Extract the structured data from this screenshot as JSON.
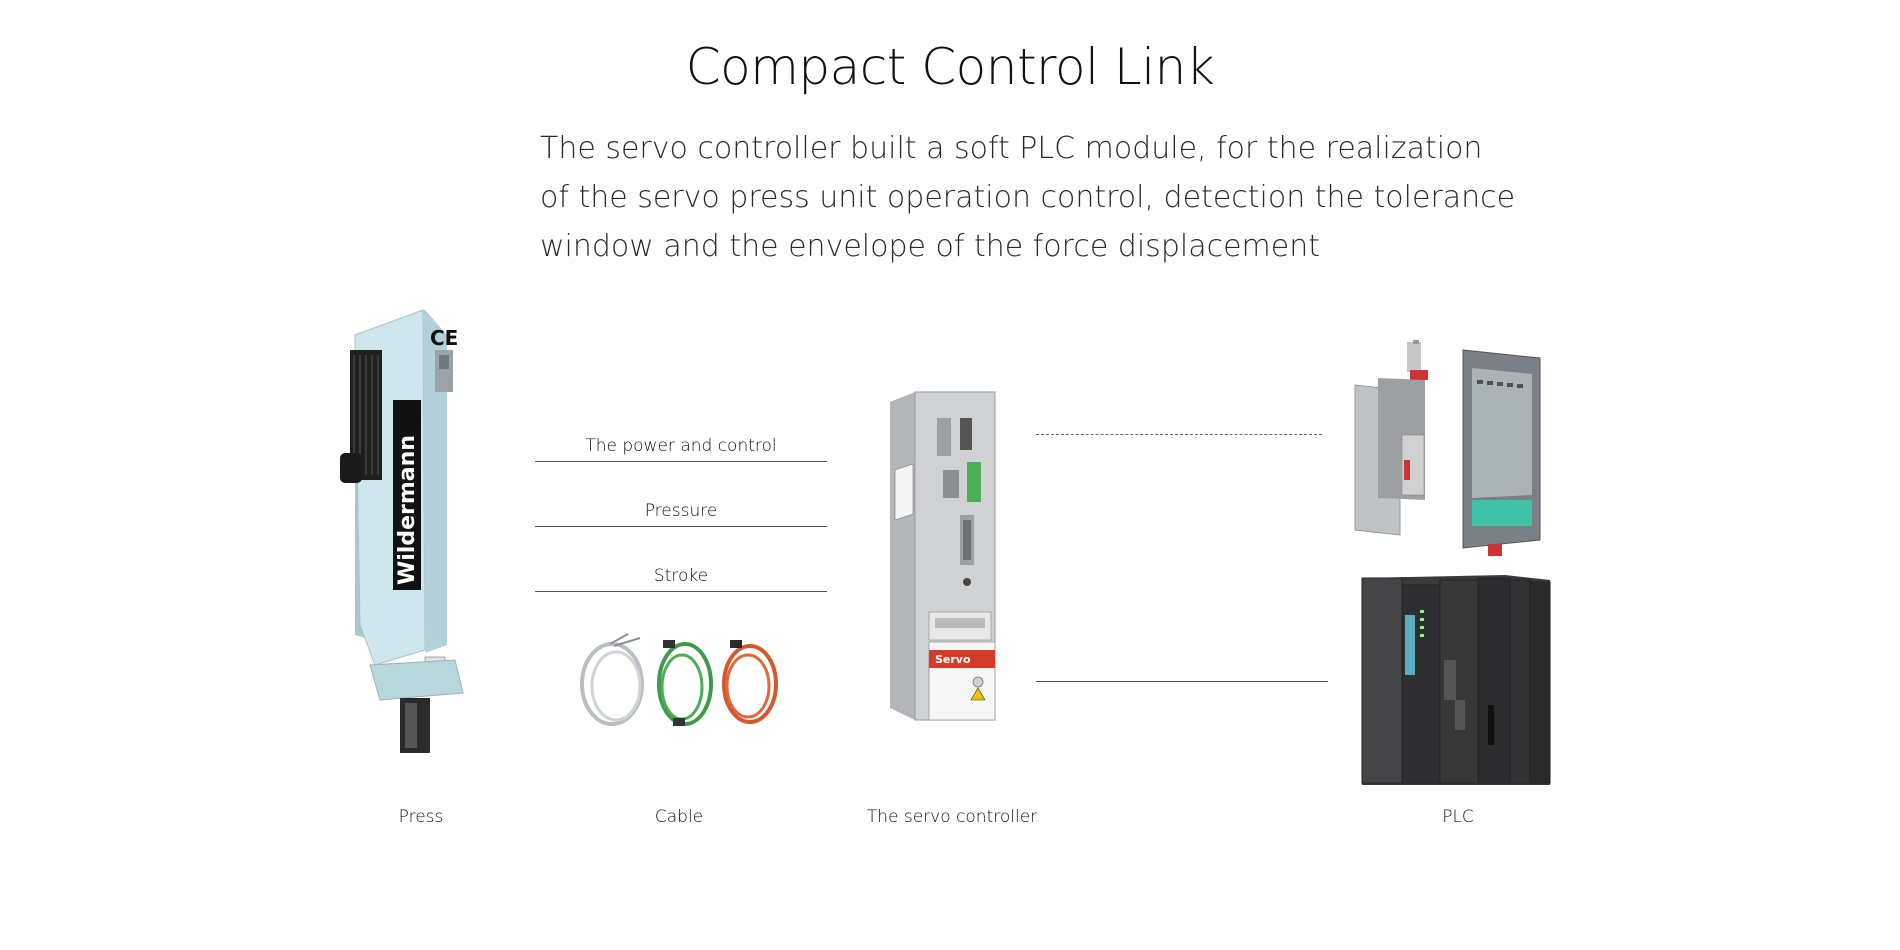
{
  "title": "Compact Control Link",
  "description": [
    "The servo controller built a soft PLC module, for the realization",
    "of the servo press unit operation control, detection the tolerance",
    "window and the envelope of the force displacement"
  ],
  "links": [
    {
      "label": "The power and control"
    },
    {
      "label": "Pressure"
    },
    {
      "label": "Stroke"
    }
  ],
  "press": {
    "brand": "Wildermann",
    "mark": "CE"
  },
  "servo": {
    "brand": "Servo"
  },
  "captions": {
    "press": "Press",
    "cable": "Cable",
    "servo": "The servo controller",
    "plc": "PLC"
  },
  "colors": {
    "press_body": "#cfe6ec",
    "cable_gray": "#b9bec3",
    "cable_green": "#3f9a4a",
    "cable_orange": "#d4582e",
    "servo_body": "#c9cacc",
    "plc_body": "#3a3a3c"
  }
}
